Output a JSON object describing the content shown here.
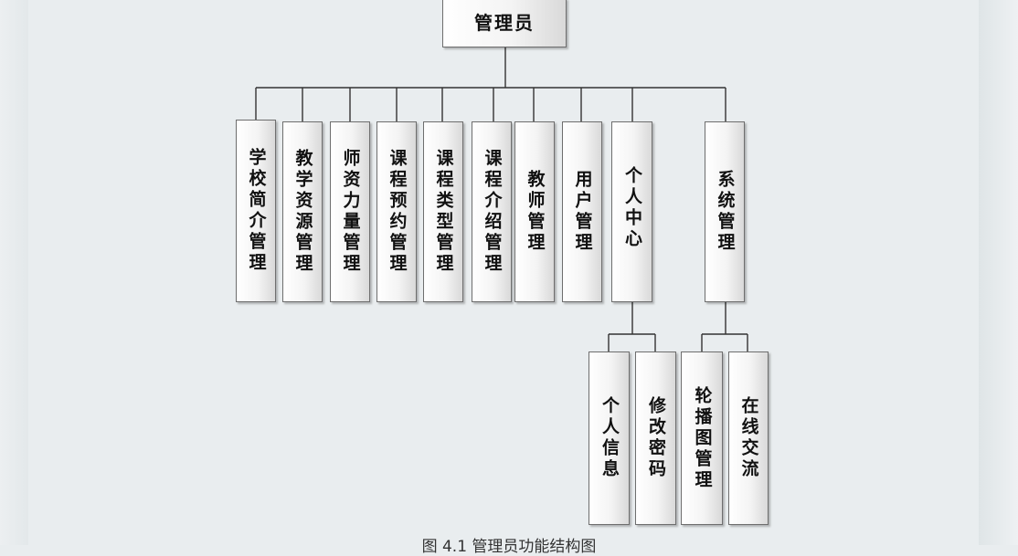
{
  "diagram": {
    "root": "管理员",
    "modules": [
      "学校简介管理",
      "教学资源管理",
      "师资力量管理",
      "课程预约管理",
      "课程类型管理",
      "课程介绍管理",
      "教师管理",
      "用户管理",
      "个人中心",
      "系统管理"
    ],
    "personal_center_children": [
      "个人信息",
      "修改密码"
    ],
    "system_children": [
      "轮播图管理",
      "在线交流"
    ]
  },
  "caption": "图 4.1 管理员功能结构图"
}
